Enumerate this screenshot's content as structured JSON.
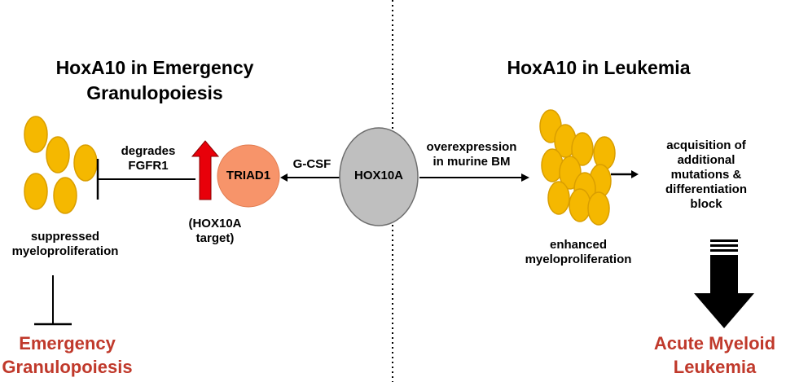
{
  "left_panel": {
    "title": "HoxA10 in Emergency\nGranulopoiesis",
    "degrades_label": "degrades\nFGFR1",
    "suppressed_label": "suppressed\nmyeloproliferation",
    "outcome": "Emergency\nGranulopoiesis",
    "triad_label": "TRIAD1",
    "triad_note": "(HOX10A\ntarget)",
    "gcsf_label": "G-CSF"
  },
  "center": {
    "hox_label": "HOX10A"
  },
  "right_panel": {
    "title": "HoxA10 in Leukemia",
    "overexpression_label": "overexpression\nin murine BM",
    "enhanced_label": "enhanced\nmyeloproliferation",
    "acquisition_label": "acquisition of\nadditional\nmutations &\ndifferentiation\nblock",
    "outcome": "Acute Myeloid\nLeukemia"
  },
  "colors": {
    "cell_fill": "#f5b800",
    "cell_stroke": "#d99e00",
    "triad_fill": "#f7946a",
    "hox_fill": "#bfbfbf",
    "up_arrow": "#e8000a",
    "outcome_text": "#c0392b"
  },
  "icons": {
    "up_arrow": "red-up-arrow-icon",
    "down_arrow": "black-down-arrow-icon",
    "inhibit": "inhibition-bar-icon"
  }
}
